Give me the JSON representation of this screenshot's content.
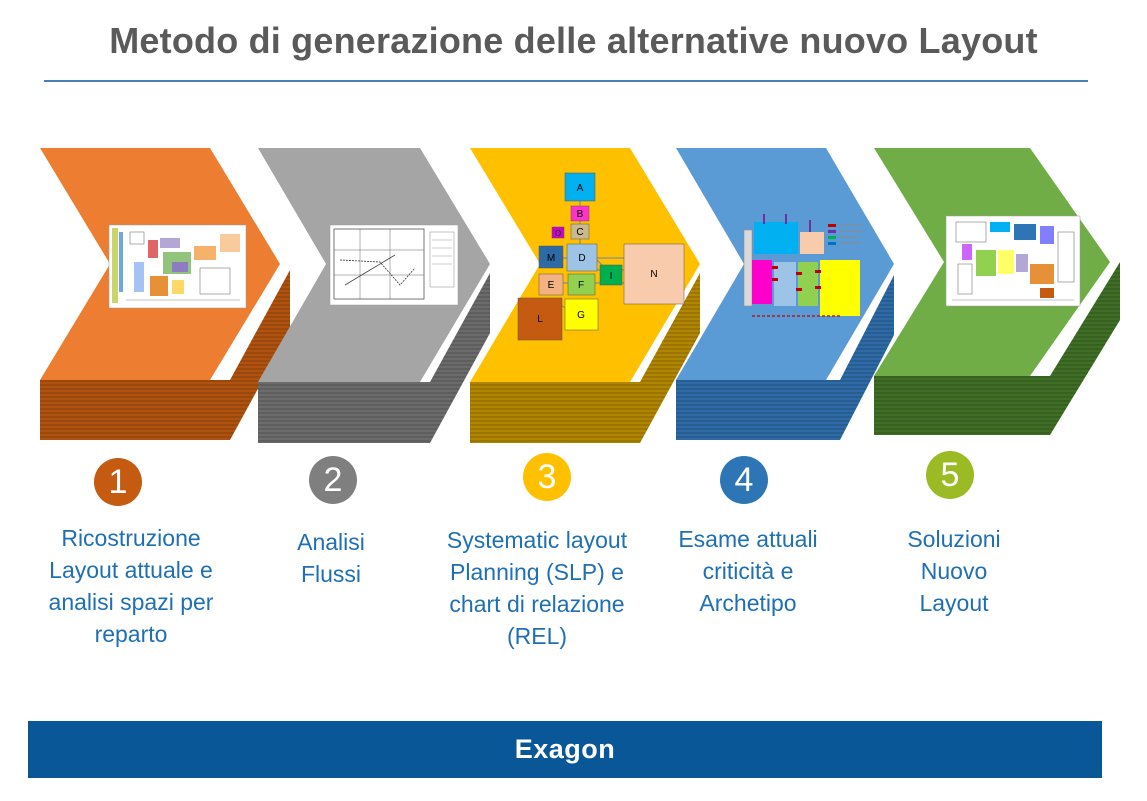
{
  "title": "Metodo di generazione delle alternative nuovo Layout",
  "steps": [
    {
      "number": "1",
      "label": "Ricostruzione Layout attuale e analisi spazi per reparto",
      "color": "#ed7d31",
      "side": "#b0520f",
      "badge": "#c55a11"
    },
    {
      "number": "2",
      "label": "Analisi Flussi",
      "color": "#a5a5a5",
      "side": "#6b6b6b",
      "badge": "#7f7f7f"
    },
    {
      "number": "3",
      "label": "Systematic layout Planning (SLP) e chart di relazione (REL)",
      "color": "#ffc000",
      "side": "#b08500",
      "badge": "#ffc000"
    },
    {
      "number": "4",
      "label": "Esame attuali criticità e Archetipo",
      "color": "#5b9bd5",
      "side": "#2e6aa5",
      "badge": "#2e75b6"
    },
    {
      "number": "5",
      "label": "Soluzioni Nuovo Layout",
      "color": "#70ad47",
      "side": "#3f6e24",
      "badge": "#9bbb24"
    }
  ],
  "slp_blocks": [
    "A",
    "B",
    "C",
    "O",
    "D",
    "M",
    "E",
    "F",
    "I",
    "G",
    "L",
    "N"
  ],
  "footer": {
    "brand": "Exagon"
  }
}
